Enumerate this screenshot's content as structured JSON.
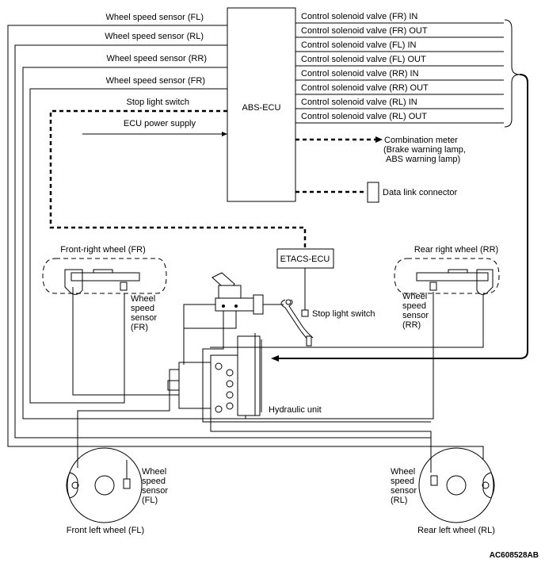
{
  "ecu": {
    "title": "ABS-ECU"
  },
  "inputs": {
    "wss_fl": "Wheel speed sensor (FL)",
    "wss_rl": "Wheel speed sensor (RL)",
    "wss_rr": "Wheel speed sensor (RR)",
    "wss_fr": "Wheel speed sensor (FR)",
    "stop_light": "Stop light switch",
    "power": "ECU power supply"
  },
  "valves": [
    "Control solenoid valve (FR) IN",
    "Control solenoid valve (FR) OUT",
    "Control solenoid valve (FL) IN",
    "Control solenoid valve (FL) OUT",
    "Control solenoid valve (RR) IN",
    "Control solenoid valve (RR) OUT",
    "Control solenoid valve (RL) IN",
    "Control solenoid valve (RL) OUT"
  ],
  "meter": {
    "line1": "Combination meter",
    "line2": "(Brake warning lamp,",
    "line3": "ABS warning lamp)"
  },
  "dlc": "Data link connector",
  "etacs": "ETACS-ECU",
  "stop_switch": "Stop light switch",
  "hydraulic": "Hydraulic unit",
  "wheels": {
    "fr": {
      "title": "Front-right wheel (FR)",
      "s1": "Wheel",
      "s2": "speed",
      "s3": "sensor",
      "s4": "(FR)"
    },
    "rr": {
      "title": "Rear right wheel (RR)",
      "s1": "Wheel",
      "s2": "speed",
      "s3": "sensor",
      "s4": "(RR)"
    },
    "fl": {
      "title": "Front left wheel (FL)",
      "s1": "Wheel",
      "s2": "speed",
      "s3": "sensor",
      "s4": "(FL)"
    },
    "rl": {
      "title": "Rear left wheel (RL)",
      "s1": "Wheel",
      "s2": "speed",
      "s3": "sensor",
      "s4": "(RL)"
    }
  },
  "code": "AC608528AB"
}
